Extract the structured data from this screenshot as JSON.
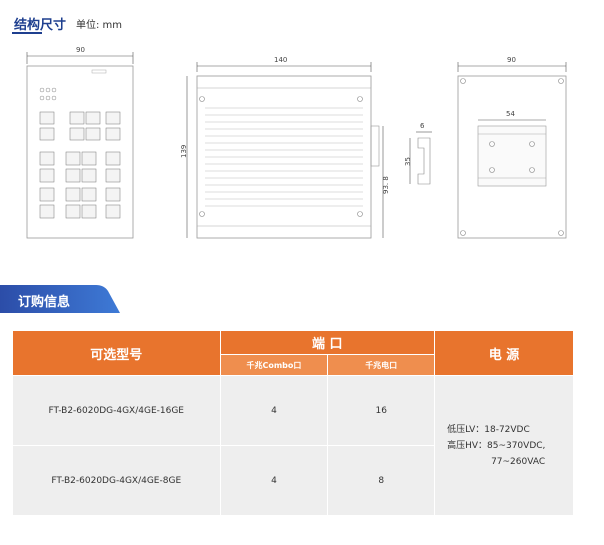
{
  "section_dimensions": {
    "title": "结构尺寸",
    "unit_label": "单位: mm"
  },
  "drawings": {
    "front": {
      "width_label": "90"
    },
    "side": {
      "width_label": "140",
      "height_label": "139",
      "depth_label": "93. 8",
      "rail_w_label": "6",
      "rail_h_label": "35"
    },
    "back": {
      "width_label": "90",
      "rail_label": "54"
    }
  },
  "section_order": {
    "title": "订购信息"
  },
  "table": {
    "header": {
      "model": "可选型号",
      "ports": "端 口",
      "combo": "千兆Combo口",
      "rj45": "千兆电口",
      "power": "电 源"
    },
    "rows": [
      {
        "model": "FT-B2-6020DG-4GX/4GE-16GE",
        "combo": "4",
        "rj45": "16"
      },
      {
        "model": "FT-B2-6020DG-4GX/4GE-8GE",
        "combo": "4",
        "rj45": "8"
      }
    ],
    "power": {
      "lv": "低压LV：18-72VDC",
      "hv": "高压HV：85~370VDC,",
      "hv2": "77~260VAC"
    }
  }
}
